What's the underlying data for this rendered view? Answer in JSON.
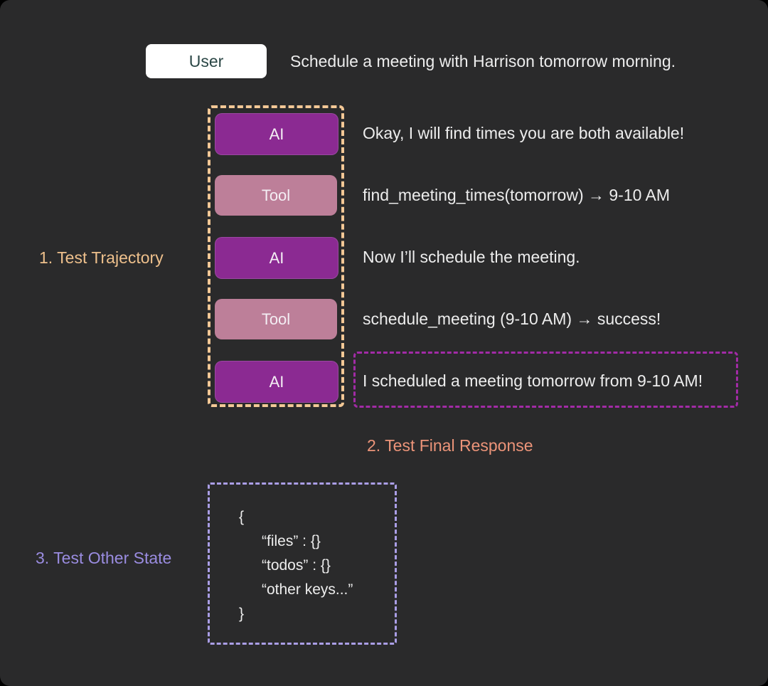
{
  "user": {
    "badge_label": "User",
    "message": "Schedule a meeting with Harrison tomorrow morning."
  },
  "trajectory": {
    "section_label": "1. Test Trajectory",
    "steps": [
      {
        "badge": "AI",
        "type": "ai",
        "text": "Okay, I will find times you are both available!"
      },
      {
        "badge": "Tool",
        "type": "tool",
        "text": "find_meeting_times(tomorrow) → 9-10 AM"
      },
      {
        "badge": "AI",
        "type": "ai",
        "text": "Now I’ll schedule the meeting."
      },
      {
        "badge": "Tool",
        "type": "tool",
        "text": "schedule_meeting (9-10 AM) → success!"
      },
      {
        "badge": "AI",
        "type": "ai",
        "text": "I scheduled a meeting tomorrow from 9-10 AM!"
      }
    ]
  },
  "final_response": {
    "section_label": "2. Test Final Response"
  },
  "other_state": {
    "section_label": "3. Test Other State",
    "json_lines": [
      "{",
      "“files” : {}",
      "“todos” : {}",
      "“other keys...”",
      "}"
    ]
  },
  "colors": {
    "background": "#2a2a2b",
    "ai_badge": "#8b2a92",
    "tool_badge": "#bd7f99",
    "user_badge_bg": "#ffffff",
    "user_badge_text": "#2b4746",
    "body_text": "#ededed",
    "trajectory_border": "#f3c896",
    "trajectory_label": "#eec08c",
    "final_response_border": "#a22ba6",
    "final_response_label": "#ec9479",
    "other_state_border": "#aa9ee6",
    "other_state_label": "#9a8ce0"
  }
}
